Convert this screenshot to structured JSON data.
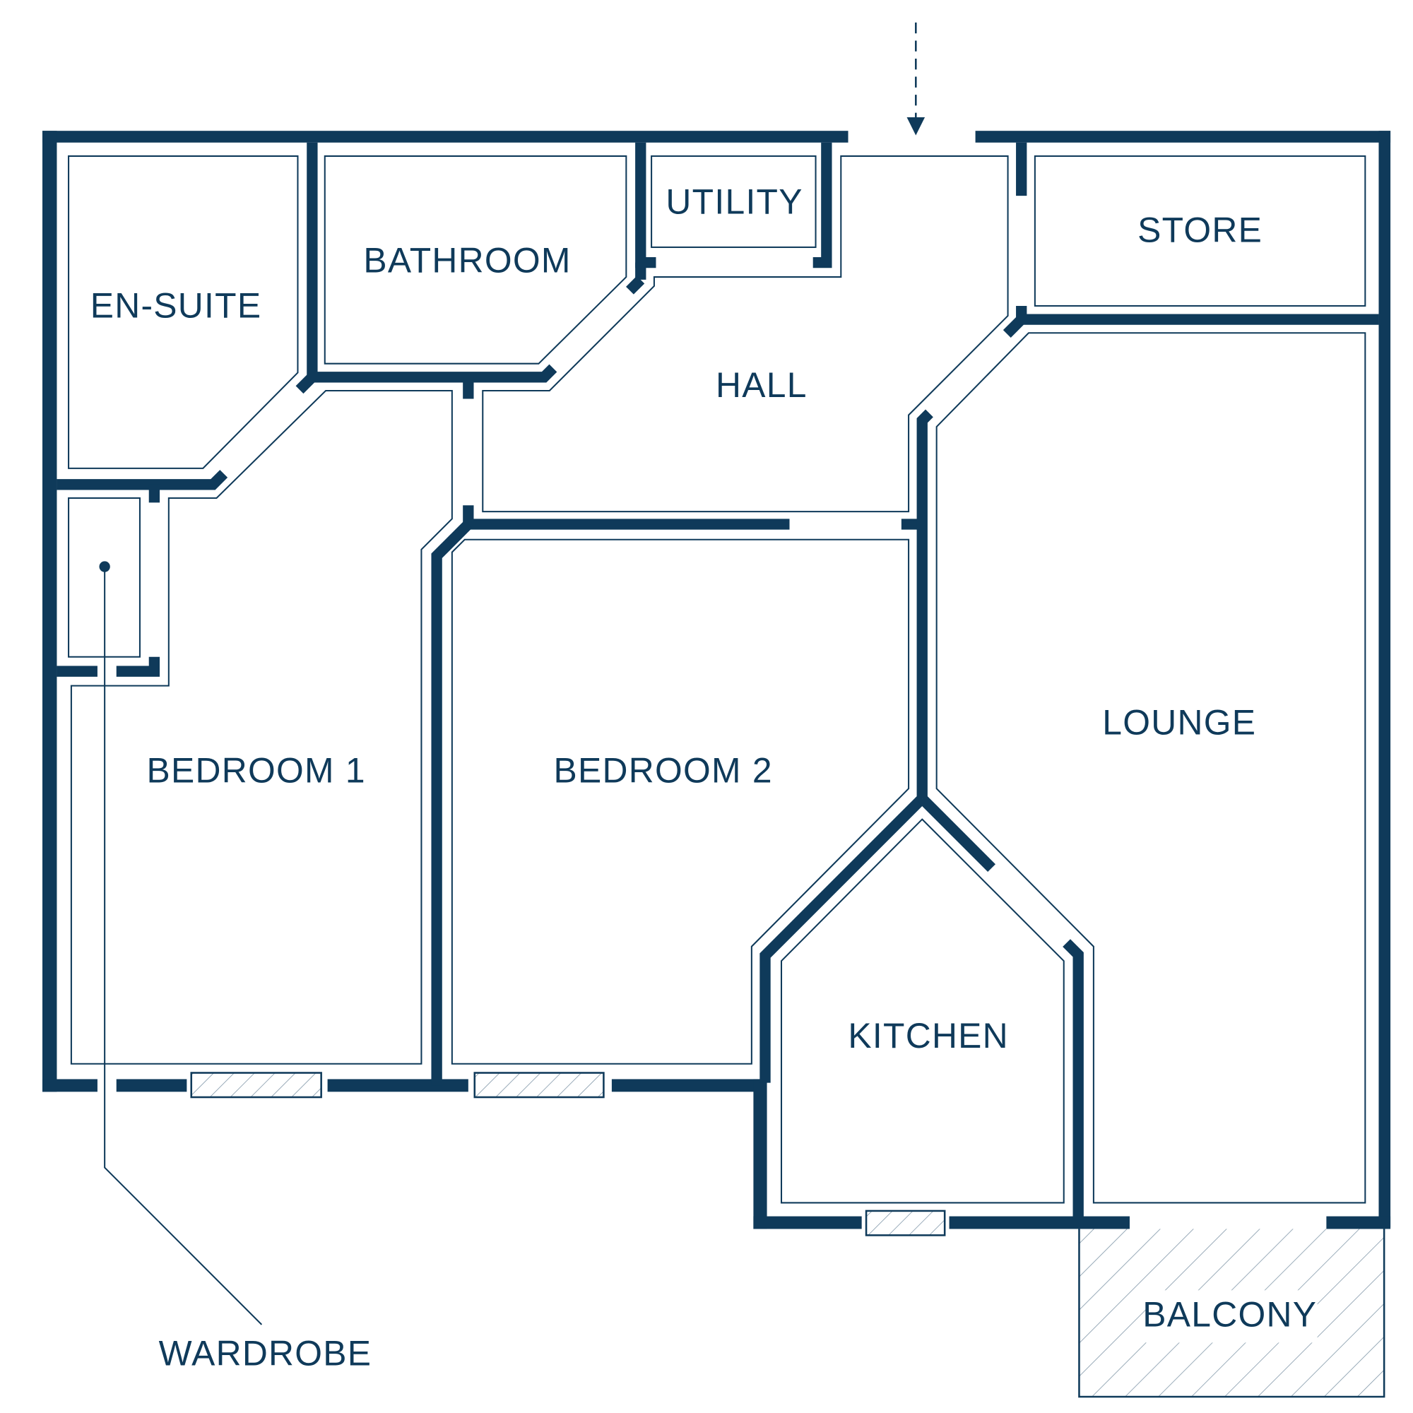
{
  "rooms": {
    "en_suite": "EN-SUITE",
    "bathroom": "BATHROOM",
    "utility": "UTILITY",
    "store": "STORE",
    "hall": "HALL",
    "lounge": "LOUNGE",
    "bedroom_1": "BEDROOM 1",
    "bedroom_2": "BEDROOM 2",
    "kitchen": "KITCHEN",
    "balcony": "BALCONY"
  },
  "callouts": {
    "wardrobe": "WARDROBE"
  },
  "colors": {
    "wall": "#0f3a5a",
    "background": "#ffffff"
  }
}
